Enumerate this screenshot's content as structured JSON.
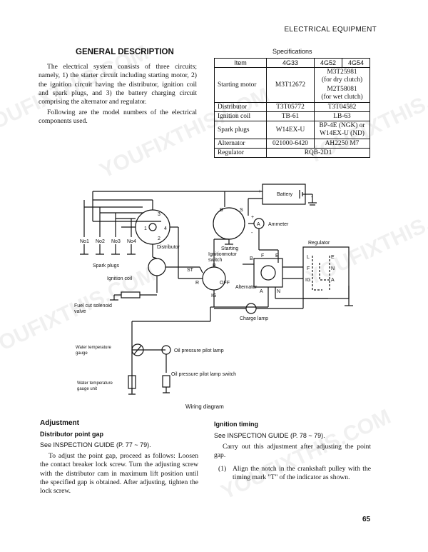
{
  "header": {
    "section": "ELECTRICAL EQUIPMENT",
    "page_number": "65"
  },
  "general": {
    "title": "GENERAL DESCRIPTION",
    "p1": "The electrical system consists of three circuits; namely, 1) the starter circuit including starting motor, 2) the ignition circuit having the distributor, ignition coil and spark plugs, and 3) the battery charging circuit comprising the alternator and regulator.",
    "p2": "Following are the model numbers of the electrical components used."
  },
  "specs": {
    "caption": "Specifications",
    "headers": [
      "Item",
      "4G33",
      "4G52",
      "4G54"
    ],
    "starting_motor": {
      "item": "Starting motor",
      "g33": "M3T12672",
      "dry": "M3T25981",
      "dry_note": "(for dry clutch)",
      "wet": "M2T58081",
      "wet_note": "(for wet clutch)"
    },
    "distributor": {
      "item": "Distributor",
      "g33": "T3T05772",
      "g52_54": "T3T04582"
    },
    "ignition_coil": {
      "item": "Ignition coil",
      "g33": "TB-61",
      "g52_54": "LB-63"
    },
    "spark_plugs": {
      "item": "Spark plugs",
      "g33": "W14EX-U",
      "g52_54_a": "BP-4E (NGK) or",
      "g52_54_b": "W14EX-U (ND)"
    },
    "alternator": {
      "item": "Alternator",
      "g33": "021000-6420",
      "g52_54": "AH2250 M7"
    },
    "regulator": {
      "item": "Regulator",
      "all": "RQB-2D1"
    }
  },
  "diagram": {
    "caption": "Wiring diagram",
    "battery": "Battery",
    "ammeter": "Ammeter",
    "ammeter_symbol": "A",
    "starting_motor_a": "Starting",
    "starting_motor_b": "motor",
    "regulator": "Regulator",
    "distributor": "Distributor",
    "ignition_switch_a": "Ignition",
    "ignition_switch_b": "switch",
    "spark_plugs": "Spark plugs",
    "ignition_coil": "Ignition coil",
    "alternator": "Alternator",
    "charge_lamp": "Charge lamp",
    "fuel_cut_a": "Fuel cut solenoid",
    "fuel_cut_b": "valve",
    "water_gauge_a": "Water temperature",
    "water_gauge_b": "gauge",
    "oil_lamp": "Oil pressure pilot lamp",
    "oil_switch": "Oil pressure pilot lamp switch",
    "water_unit_a": "Water temperature",
    "water_unit_b": "gauge unit",
    "plugs": [
      "No1",
      "No2",
      "No3",
      "No4"
    ],
    "terms": {
      "b": "B",
      "s": "S",
      "st": "ST",
      "r": "R",
      "ig": "IG",
      "off": "OFF",
      "f": "F",
      "e": "E",
      "n": "N",
      "a": "A",
      "l": "L",
      "plus": "+",
      "minus": "-",
      "d1": "1",
      "d2": "2",
      "d3": "3",
      "d4": "4"
    }
  },
  "adjustment": {
    "title": "Adjustment",
    "sub": "Distributor point gap",
    "ref": "See INSPECTION GUIDE (P. 77 ~ 79).",
    "body": "To adjust the point gap, proceed as follows: Loosen the contact breaker lock screw. Turn the adjusting screw with the distributor cam in maximum lift position until the specified gap is obtained. After adjusting, tighten the lock screw."
  },
  "ignition_timing": {
    "title": "Ignition timing",
    "ref": "See INSPECTION GUIDE (P. 78 ~ 79).",
    "body": "Carry out this adjustment after adjusting the point gap.",
    "step_num": "(1)",
    "step": "Align the notch in the crankshaft pulley with the timing mark \"T\" of the indicator as shown."
  },
  "watermarks": [
    "YOUFIXTHIS.COM",
    "YOUFIXTHIS.COM",
    "YOUFIXTHIS.COM",
    "YOUFIXTHIS.COM",
    "YOUFIXTHIS.COM",
    "YOUFIXTHIS.COM"
  ]
}
